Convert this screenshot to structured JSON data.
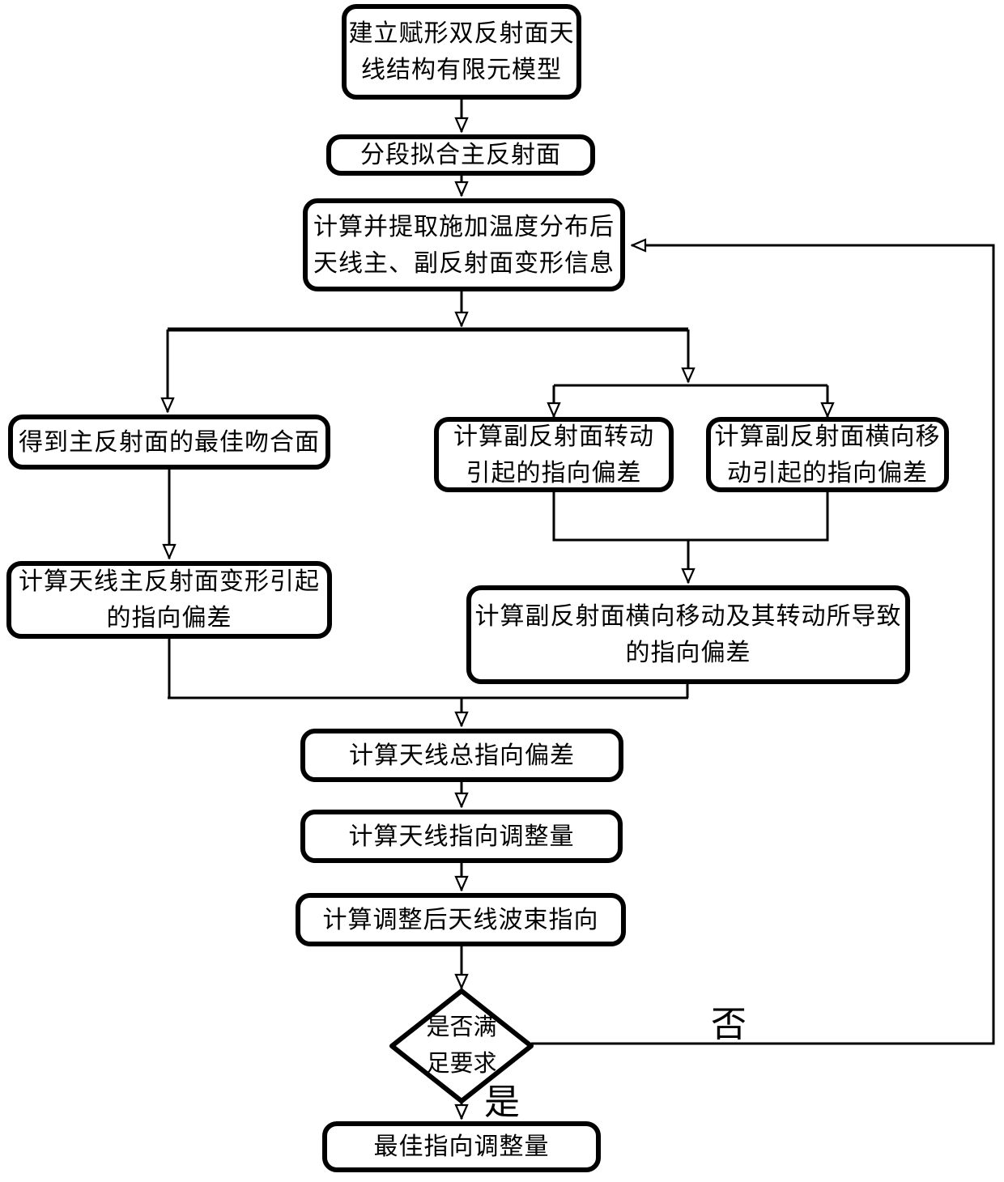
{
  "flowchart": {
    "nodes": {
      "build_fem_model": "建立赋形双反射面天\n线结构有限元模型",
      "segment_fit_main": "分段拟合主反射面",
      "extract_deformation": "计算并提取施加温度分布后\n天线主、副反射面变形信息",
      "best_fit_surface": "得到主反射面的最佳吻合面",
      "sub_rotation_dev": "计算副反射面转动\n引起的指向偏差",
      "sub_translation_dev": "计算副反射面横向移\n动引起的指向偏差",
      "main_deform_dev": "计算天线主反射面变形引起\n的指向偏差",
      "sub_combined_dev": "计算副反射面横向移动及其转动所导致\n的指向偏差",
      "total_dev": "计算天线总指向偏差",
      "adjust_amount": "计算天线指向调整量",
      "adjusted_beam": "计算调整后天线波束指向",
      "decision": "是否满\n足要求",
      "best_adjustment": "最佳指向调整量"
    },
    "labels": {
      "no": "否",
      "yes": "是"
    },
    "colors": {
      "stroke": "#000000",
      "background": "#ffffff"
    }
  }
}
